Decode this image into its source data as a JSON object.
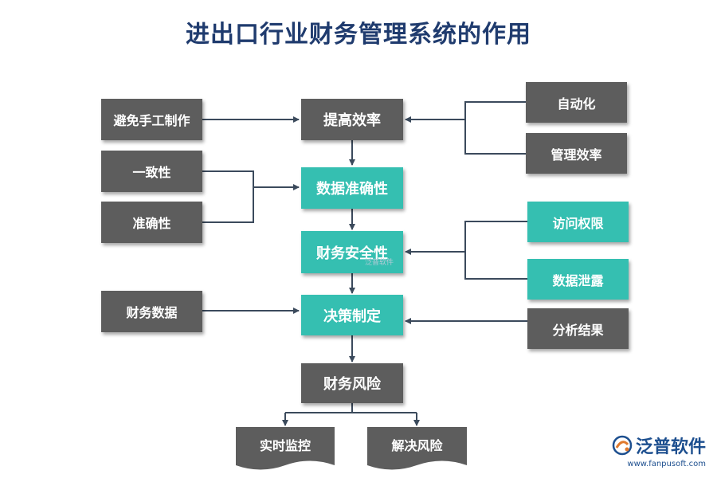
{
  "title": "进出口行业财务管理系统的作用",
  "center": {
    "efficiency": "提高效率",
    "accuracy": "数据准确性",
    "security": "财务安全性",
    "decision": "决策制定",
    "risk": "财务风险"
  },
  "left": {
    "avoid_manual": "避免手工制作",
    "consistency": "一致性",
    "correctness": "准确性",
    "financial_data": "财务数据"
  },
  "right": {
    "automation": "自动化",
    "mgmt_efficiency": "管理效率",
    "access_rights": "访问权限",
    "data_leak": "数据泄露",
    "analysis_results": "分析结果"
  },
  "bottom": {
    "realtime_monitor": "实时监控",
    "resolve_risk": "解决风险"
  },
  "watermark": "泛普软件",
  "logo": {
    "name": "泛普软件",
    "url": "www.fanpusoft.com"
  },
  "colors": {
    "title": "#1f3b6e",
    "gray_box": "#5d5d5d",
    "teal_box": "#35bfb1",
    "connector": "#3b4a5c"
  }
}
